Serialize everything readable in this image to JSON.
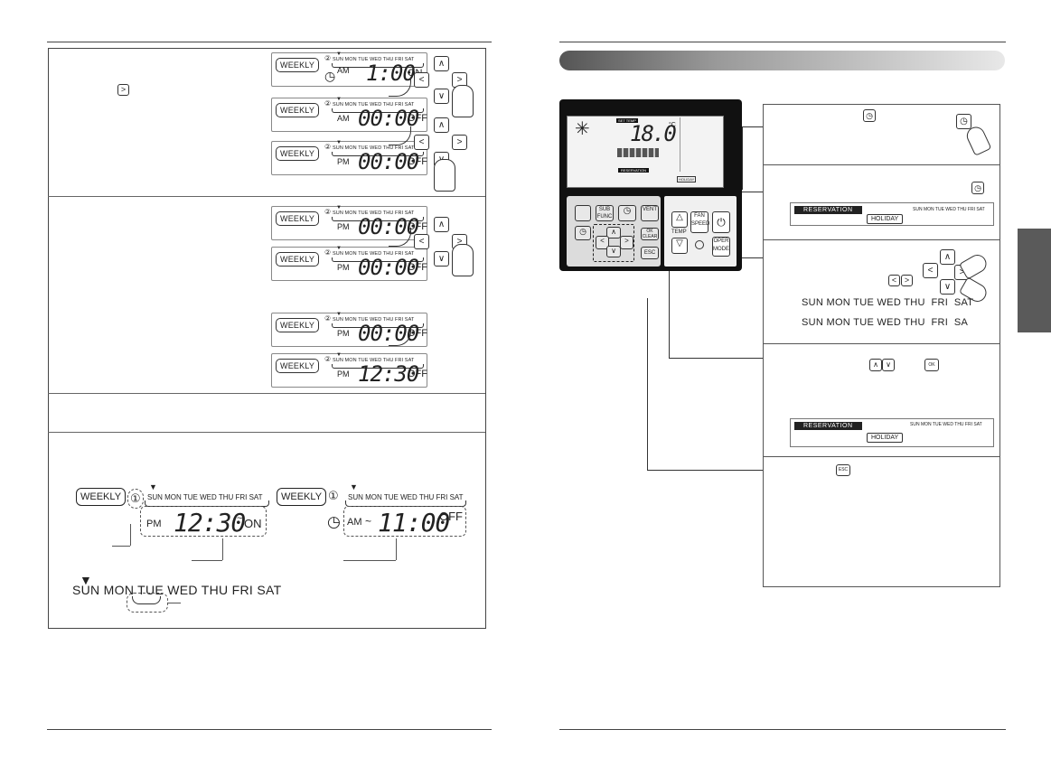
{
  "lcd": {
    "weekly": "WEEKLY",
    "program2": "②",
    "program1": "①",
    "days": "SUN MON TUE WED THU FRI SAT",
    "am": "AM",
    "pm": "PM",
    "on": "ON",
    "off": "OFF",
    "arrow": "▼",
    "panels": [
      {
        "digits": "1:00",
        "ampm": "AM",
        "state": "ON"
      },
      {
        "digits": "00:00",
        "ampm": "AM",
        "state": "OFF"
      },
      {
        "digits": "00:00",
        "ampm": "PM",
        "state": "OFF"
      },
      {
        "digits": "00:00",
        "ampm": "PM",
        "state": "OFF"
      },
      {
        "digits": "00:00",
        "ampm": "PM",
        "state": "OFF"
      },
      {
        "digits": "00:00",
        "ampm": "PM",
        "state": "OFF"
      },
      {
        "digits": "12:30",
        "ampm": "PM",
        "state": "OFF"
      }
    ],
    "big_left": {
      "digits": "12:30",
      "tilde": "~",
      "ampm": "PM",
      "state": "ON"
    },
    "big_right": {
      "digits": "11:00",
      "tilde": "~",
      "ampm": "AM",
      "state": "OFF"
    }
  },
  "days_row": [
    "SUN",
    "MON",
    "TUE",
    "WED",
    "THU",
    "FRI",
    "SAT"
  ],
  "days_row_sa": "SA",
  "remote": {
    "temp_display": "18.0",
    "temp_unit": "°C",
    "set_temp": "SET TEMP",
    "reservation": "RESERVATION",
    "holiday": "HOLIDAY",
    "sub_func": "SUB FUNC",
    "vent": "VENT",
    "ok_clear": "OK CLEAR",
    "esc": "ESC",
    "fan_speed": "FAN SPEED",
    "temp": "TEMP",
    "oper_mode": "OPER MODE",
    "triangle_up": "△",
    "triangle_down": "▽"
  },
  "icons": {
    "left": "<",
    "right": ">",
    "up": "∧",
    "down": "∨",
    "clock": "◷",
    "esc_small": "ESC",
    "ok_small": "OK"
  }
}
